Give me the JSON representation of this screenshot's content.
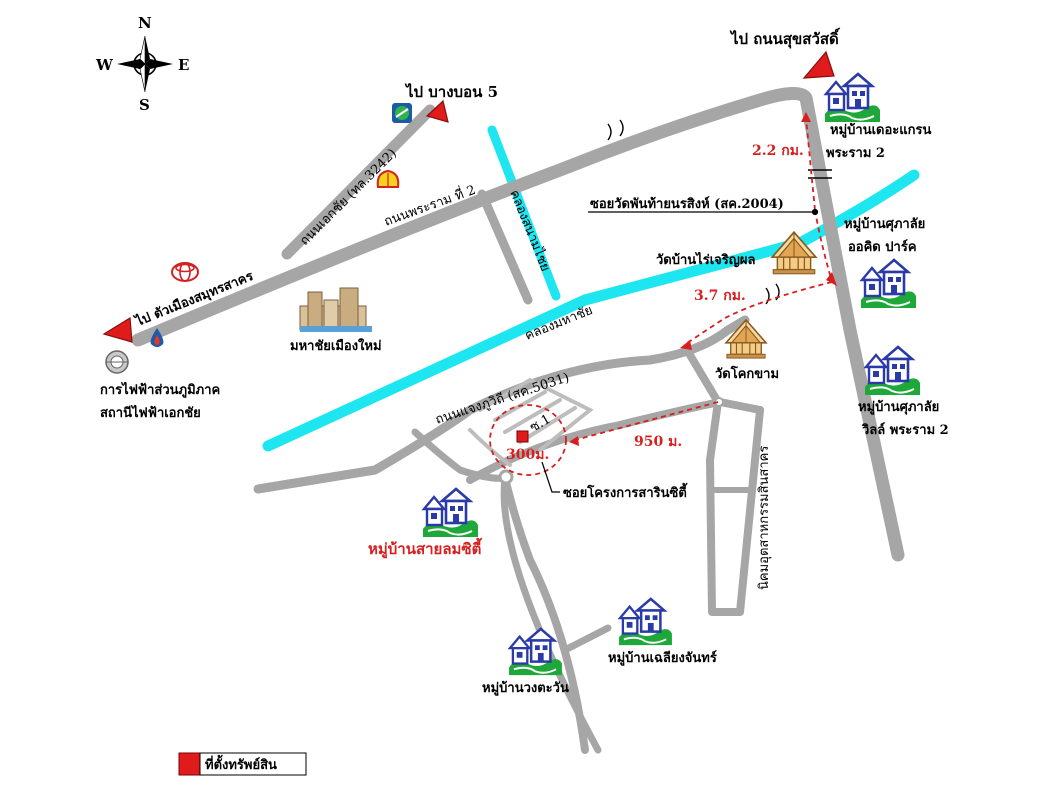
{
  "compass": {
    "n": "N",
    "s": "S",
    "e": "E",
    "w": "W"
  },
  "destinations": {
    "bang_bon": "ไป บางบอน 5",
    "suksawat": "ไป ถนนสุขสวัสดิ์",
    "samut_sakhon": "ไป ตัวเมืองสมุทรสาคร"
  },
  "roads": {
    "ekkachai": "ถนนเอกชัย (ทล.3242)",
    "rama2": "ถนนพระราม ที่ 2",
    "chaeng_tawan": "ถนนแจงภูวิถี (สค.5031)",
    "nikhom": "นิคมอุตสาหกรรมสินสาคร",
    "wat_phanthai": "ซอยวัดพันท้ายนรสิงห์ (สค.2004)",
    "soi_project": "ซอยโครงการสารินซิตี้",
    "soi_num": "ซ.1"
  },
  "canals": {
    "khlong_mahachai": "คลองมหาชัย",
    "khlong_sanam": "คลองสนามไชย"
  },
  "places": {
    "the_grand": [
      "หมู่บ้านเดอะแกรน",
      "พระราม 2"
    ],
    "orchid_park": [
      "หมู่บ้านศุภาลัย",
      "ออคิด ปาร์ค"
    ],
    "villa_rama2": [
      "หมู่บ้านศุภาลัย",
      "วิลล์ พระราม 2"
    ],
    "wat_rai_charoen": "วัดบ้านไร่เจริญผล",
    "wat_khok_kham": "วัดโคกขาม",
    "mahachai_new": "มหาชัยเมืองใหม่",
    "pea": [
      "การไฟฟ้าส่วนภูมิภาค",
      "สถานีไฟฟ้าเอกชัย"
    ],
    "sai_lom_city": "หมู่บ้านสายลมซิตี้",
    "chaliang_chan": "หมู่บ้านเฉลียงจันทร์",
    "suang_tawan": "หมู่บ้านวงตะวัน"
  },
  "distances": {
    "d1": "2.2 กม.",
    "d2": "3.7 กม.",
    "d3": "950 ม.",
    "d4": "300ม."
  },
  "legend": {
    "label": "ที่ตั้งทรัพย์สิน",
    "color": "#e01b1b"
  },
  "colors": {
    "road": "#a6a6a6",
    "canal": "#1ee6f0",
    "route": "#d81e1e",
    "arrow": "#e01b1b",
    "house": "#2a3ba8",
    "lawn": "#1fa83a"
  },
  "icons": [
    "compass-icon",
    "arrow-icon",
    "house-icon",
    "temple-icon",
    "ptt-logo-icon",
    "shell-logo-icon",
    "toyota-logo-icon",
    "pea-logo-icon",
    "gas-drop-icon",
    "building-icon"
  ]
}
